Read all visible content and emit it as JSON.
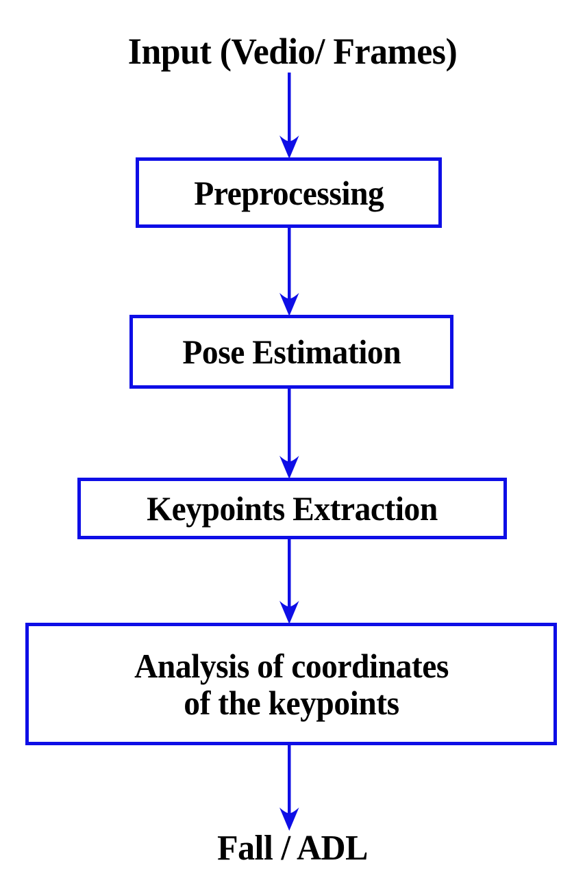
{
  "diagram": {
    "title": "Input (Vedio/ Frames)",
    "type": "flowchart",
    "orientation": "vertical-top-to-bottom",
    "colors": {
      "box_border": "#0e0ee6",
      "arrow": "#0e0ee6",
      "text": "#000000",
      "background": "#ffffff"
    },
    "input_label": "Input (Vedio/ Frames)",
    "output_label": "Fall / ADL",
    "nodes": [
      {
        "id": "input",
        "label": "Input (Vedio/ Frames)",
        "shape": "text"
      },
      {
        "id": "preprocess",
        "label": "Preprocessing",
        "shape": "rect"
      },
      {
        "id": "pose",
        "label": "Pose Estimation",
        "shape": "rect"
      },
      {
        "id": "keypoints",
        "label": "Keypoints Extraction",
        "shape": "rect"
      },
      {
        "id": "analysis",
        "label": "Analysis of coordinates\nof the keypoints",
        "shape": "rect"
      },
      {
        "id": "output",
        "label": "Fall / ADL",
        "shape": "text"
      }
    ],
    "edges": [
      {
        "from": "input",
        "to": "preprocess",
        "style": "arrow-down"
      },
      {
        "from": "preprocess",
        "to": "pose",
        "style": "arrow-down"
      },
      {
        "from": "pose",
        "to": "keypoints",
        "style": "arrow-down"
      },
      {
        "from": "keypoints",
        "to": "analysis",
        "style": "arrow-down"
      },
      {
        "from": "analysis",
        "to": "output",
        "style": "arrow-down"
      }
    ],
    "boxes": {
      "preprocessing": "Preprocessing",
      "pose_estimation": "Pose Estimation",
      "keypoints_extraction": "Keypoints Extraction",
      "analysis_line1": "Analysis of coordinates",
      "analysis_line2": "of the keypoints",
      "analysis_full": "Analysis of coordinates\nof the keypoints"
    }
  }
}
